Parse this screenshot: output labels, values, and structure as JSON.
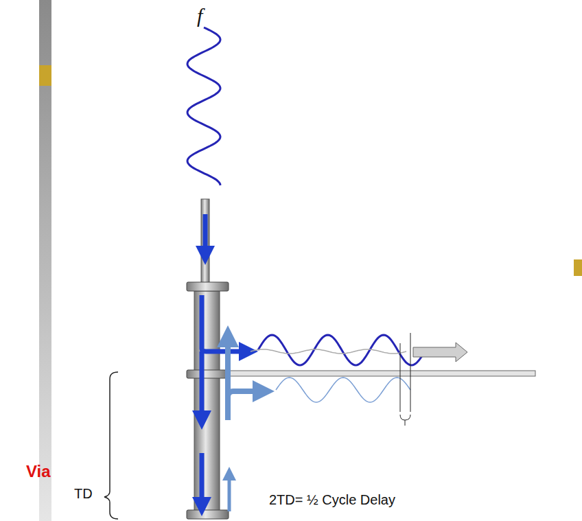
{
  "diagram": {
    "labels": [
      "f",
      "Via",
      "TD",
      "2TD= ½ Cycle Delay"
    ]
  }
}
